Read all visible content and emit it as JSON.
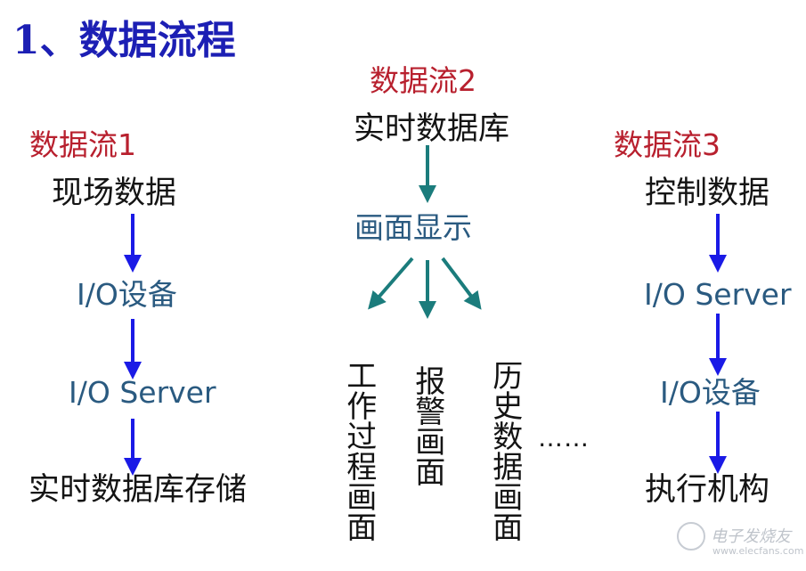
{
  "title": "1、数据流程",
  "flow1": {
    "label": "数据流1",
    "nodes": [
      "现场数据",
      "I/O设备",
      "I/O Server",
      "实时数据库存储"
    ]
  },
  "flow2": {
    "label": "数据流2",
    "source": "实时数据库",
    "display": "画面显示",
    "branches": [
      "工作过程画面",
      "报警画面",
      "历史数据画面"
    ],
    "ellipsis": "……"
  },
  "flow3": {
    "label": "数据流3",
    "nodes": [
      "控制数据",
      "I/O Server",
      "I/O设备",
      "执行机构"
    ]
  },
  "colors": {
    "title": "#1c1fb4",
    "flow_label": "#b8202e",
    "arrow_blue": "#1a1ae6",
    "arrow_teal": "#1b7c7c"
  },
  "watermark": {
    "text": "电子发烧友",
    "url": "www.elecfans.com"
  }
}
